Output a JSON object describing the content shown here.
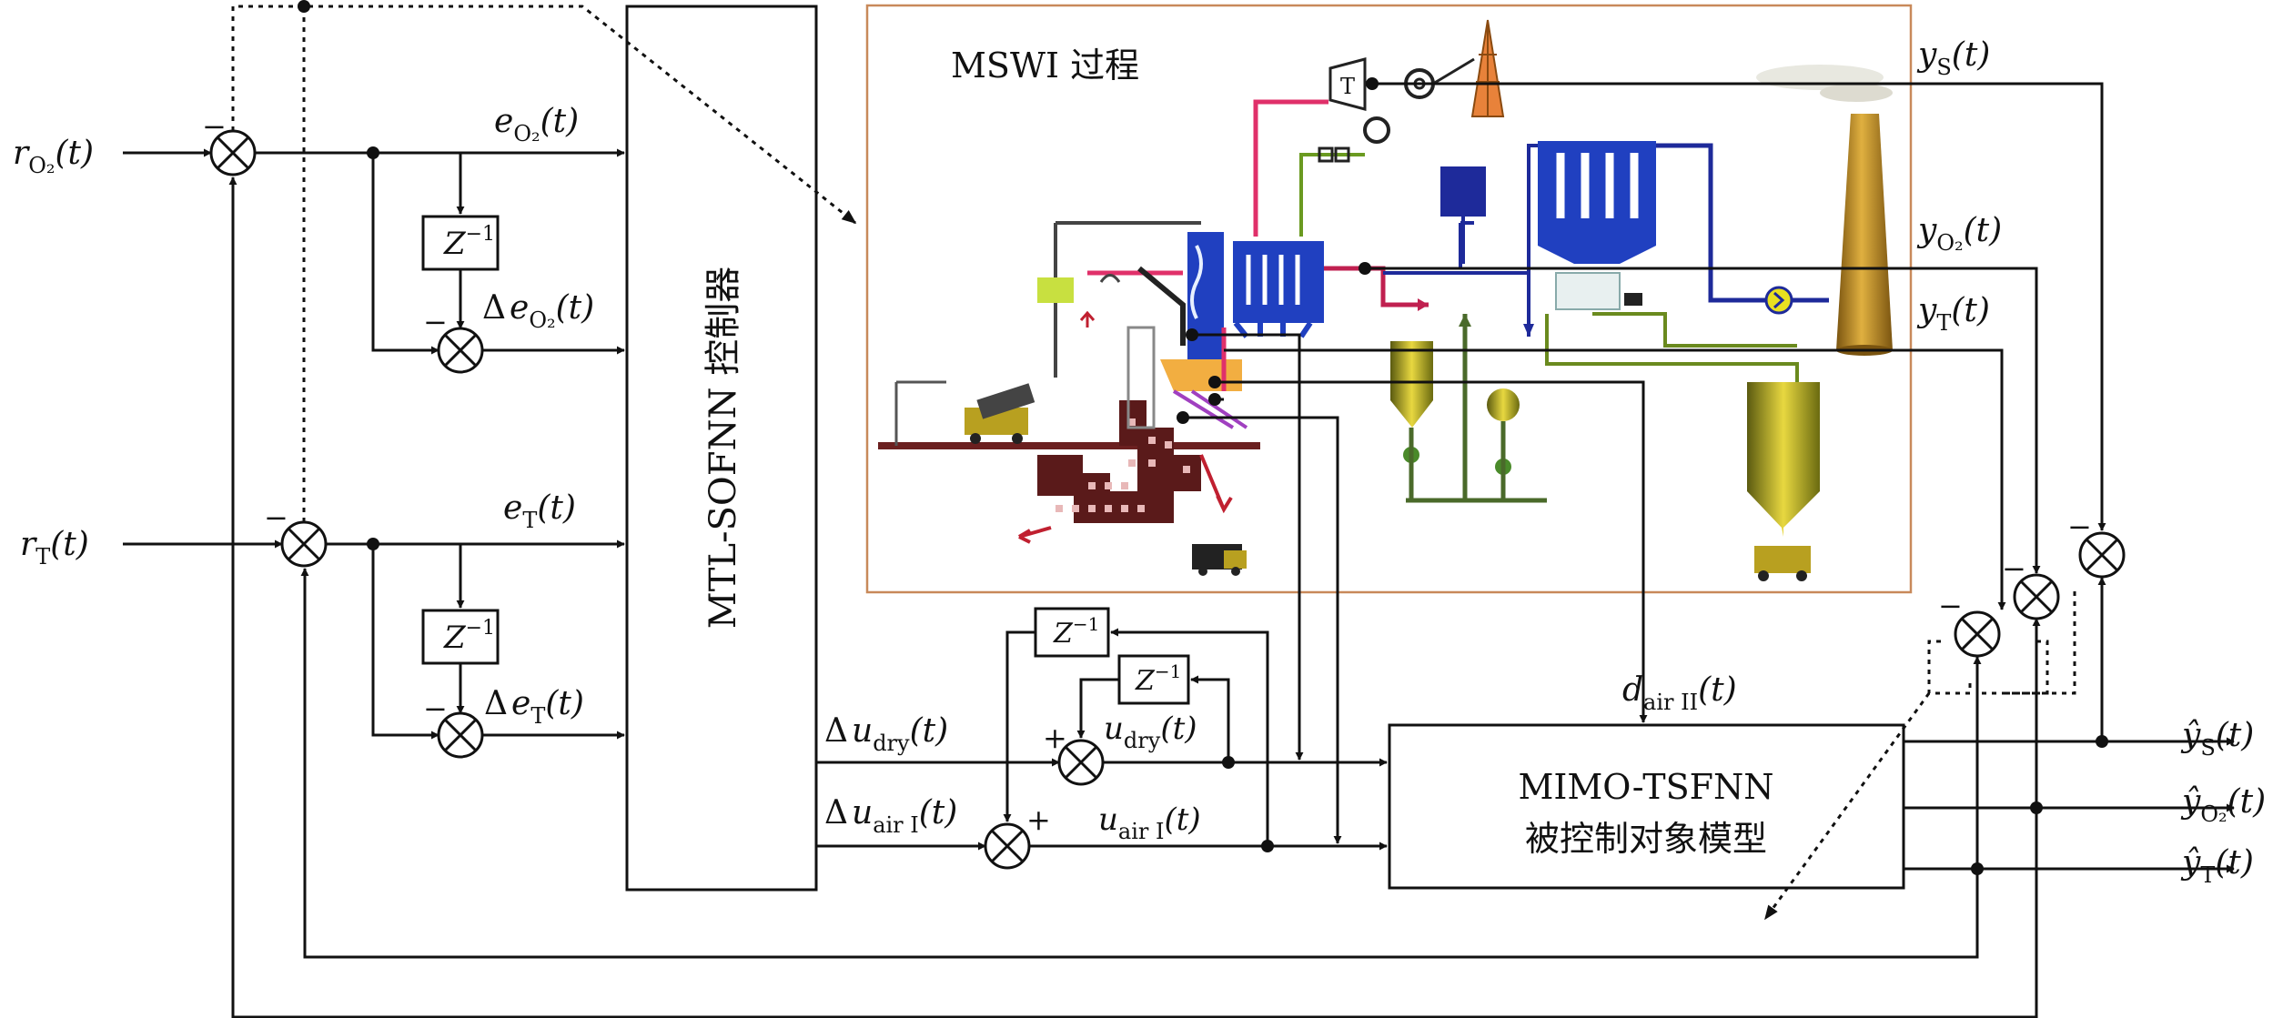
{
  "signals": {
    "r_o2": {
      "base": "r",
      "sub": "O₂",
      "arg": "(t)"
    },
    "r_t": {
      "base": "r",
      "sub": "T",
      "arg": "(t)"
    },
    "e_o2": {
      "base": "e",
      "sub": "O₂",
      "arg": "(t)"
    },
    "e_t": {
      "base": "e",
      "sub": "T",
      "arg": "(t)"
    },
    "de_o2": {
      "delta": "Δ",
      "base": "e",
      "sub": "O₂",
      "arg": "(t)"
    },
    "de_t": {
      "delta": "Δ",
      "base": "e",
      "sub": "T",
      "arg": "(t)"
    },
    "du_dry": {
      "delta": "Δ",
      "base": "u",
      "sub": "dry",
      "arg": "(t)"
    },
    "du_air": {
      "delta": "Δ",
      "base": "u",
      "sub": "air I",
      "arg": "(t)"
    },
    "u_dry": {
      "base": "u",
      "sub": "dry",
      "arg": "(t)"
    },
    "u_air": {
      "base": "u",
      "sub": "air I",
      "arg": "(t)"
    },
    "d_air2": {
      "base": "d",
      "sub": "air II",
      "arg": "(t)"
    },
    "y_s": {
      "base": "y",
      "sub": "S",
      "arg": "(t)"
    },
    "y_o2": {
      "base": "y",
      "sub": "O₂",
      "arg": "(t)"
    },
    "y_t": {
      "base": "y",
      "sub": "T",
      "arg": "(t)"
    },
    "yh_s": {
      "base": "ŷ",
      "sub": "S",
      "arg": "(t)"
    },
    "yh_o2": {
      "base": "ŷ",
      "sub": "O₂",
      "arg": "(t)"
    },
    "yh_t": {
      "base": "ŷ",
      "sub": "T",
      "arg": "(t)"
    }
  },
  "blocks": {
    "controller": "MTL-SOFNN 控制器",
    "process": "MSWI 过程",
    "model_line1": "MIMO-TSFNN",
    "model_line2": "被控制对象模型",
    "delay_base": "Z",
    "delay_exp": "−1"
  },
  "signs": {
    "minus": "−",
    "plus": "+",
    "sum": "⊗"
  },
  "colors": {
    "process_border": "#c8895a",
    "hot_gas": "#e0306a",
    "furnace": "#6b2020",
    "steam": "#1e2a9a",
    "ash": "#6a8a1e",
    "stack": "#b8861c"
  }
}
